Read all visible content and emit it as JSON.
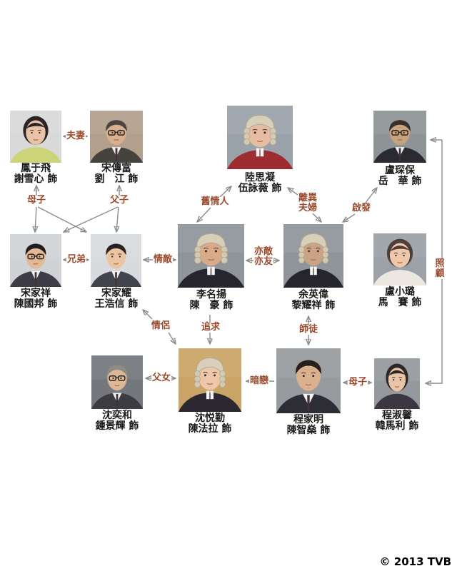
{
  "colors": {
    "label": "#9a4a2c",
    "arrow": "#8c8c8c",
    "name_text": "#1a1a1a",
    "background": "#ffffff"
  },
  "footer": {
    "copyright": "© 2013 TVB"
  },
  "persons": [
    {
      "char_name": "鳳于飛",
      "actor_name": "謝雪心 飾",
      "photo": {
        "bg": "#d9d9d9",
        "hair": "#2b2326",
        "skin": "#eac3a6",
        "outfit": "#ccd478",
        "style": "blouse",
        "female": true
      }
    },
    {
      "char_name": "宋傳富",
      "actor_name": "劉　江 飾",
      "photo": {
        "bg": "#b3a08c",
        "hair": "#4a4340",
        "skin": "#d9af8d",
        "outfit": "#46423e",
        "style": "suit",
        "glasses": true
      }
    },
    {
      "char_name": "陸思凝",
      "actor_name": "伍詠薇 飾",
      "photo": {
        "bg": "#9aa2a9",
        "skin": "#e6bda2",
        "outfit": "#9d2c31",
        "style": "robe",
        "wig": true,
        "female": true
      }
    },
    {
      "char_name": "盧琛保",
      "actor_name": "岳　華 飾",
      "photo": {
        "bg": "#8e9496",
        "hair": "#37302d",
        "skin": "#c9a27e",
        "outfit": "#2c2a31",
        "style": "suit",
        "glasses": true
      }
    },
    {
      "char_name": "宋家祥",
      "actor_name": "陳國邦 飾",
      "photo": {
        "bg": "#cfd3d6",
        "hair": "#221d1f",
        "skin": "#e3b895",
        "outfit": "#3e3c46",
        "style": "suit",
        "glasses": true
      }
    },
    {
      "char_name": "宋家耀",
      "actor_name": "王浩信 飾",
      "photo": {
        "bg": "#d8dbde",
        "hair": "#272122",
        "skin": "#eac4a3",
        "outfit": "#43434e",
        "style": "suit"
      }
    },
    {
      "char_name": "李名揚",
      "actor_name": "陳　豪 飾",
      "photo": {
        "bg": "#8f959a",
        "skin": "#d9aa88",
        "outfit": "#26242c",
        "style": "robe",
        "wig": true
      }
    },
    {
      "char_name": "余英偉",
      "actor_name": "黎耀祥 飾",
      "photo": {
        "bg": "#8f959a",
        "skin": "#cba384",
        "outfit": "#26242c",
        "style": "robe",
        "wig": true
      }
    },
    {
      "char_name": "盧小璐",
      "actor_name": "馬　賽 飾",
      "photo": {
        "bg": "#9ba1a7",
        "hair": "#4e3f36",
        "skin": "#eec8ad",
        "outfit": "#ece7e1",
        "style": "blouse",
        "female": true
      }
    },
    {
      "char_name": "沈奕和",
      "actor_name": "鍾景輝 飾",
      "photo": {
        "bg": "#74787c",
        "hair": "#8f8b85",
        "skin": "#dcb897",
        "outfit": "#3c3c42",
        "style": "suit",
        "glasses": true
      }
    },
    {
      "char_name": "沈悦勤",
      "actor_name": "陳法拉 飾",
      "photo": {
        "bg": "#c9a466",
        "skin": "#eec7aa",
        "outfit": "#2b2832",
        "style": "robe",
        "wig": true,
        "female": true
      }
    },
    {
      "char_name": "程家明",
      "actor_name": "陳智燊 飾",
      "photo": {
        "bg": "#979a9e",
        "hair": "#261f1e",
        "skin": "#dab08e",
        "outfit": "#2e2d35",
        "style": "suit"
      }
    },
    {
      "char_name": "程淑馨",
      "actor_name": "韓馬利 飾",
      "photo": {
        "bg": "#95989c",
        "hair": "#2d2627",
        "skin": "#eac4a7",
        "outfit": "#3b3642",
        "style": "blouse",
        "female": true
      }
    }
  ],
  "relationships": [
    {
      "id": "couple",
      "label": "夫妻",
      "between": [
        "鳳于飛",
        "宋傳富"
      ]
    },
    {
      "id": "mother-son-top",
      "label": "母子",
      "between": [
        "鳳于飛",
        "宋家祥",
        "宋家耀"
      ]
    },
    {
      "id": "father-son",
      "label": "父子",
      "between": [
        "宋傳富",
        "宋家祥",
        "宋家耀"
      ]
    },
    {
      "id": "old-lovers",
      "label": "舊情人",
      "between": [
        "陸思凝",
        "李名揚"
      ]
    },
    {
      "id": "divorced-couple",
      "label": "離異\n夫婦",
      "between": [
        "陸思凝",
        "余英偉"
      ]
    },
    {
      "id": "inspiration",
      "label": "啟發",
      "between": [
        "盧琛保",
        "余英偉"
      ]
    },
    {
      "id": "brothers",
      "label": "兄弟",
      "between": [
        "宋家祥",
        "宋家耀"
      ]
    },
    {
      "id": "love-rivals",
      "label": "情敵",
      "between": [
        "宋家耀",
        "李名揚"
      ]
    },
    {
      "id": "friend-and-foe",
      "label": "亦敵\n亦友",
      "between": [
        "李名揚",
        "余英偉"
      ]
    },
    {
      "id": "cares-for",
      "label": "照顧",
      "between": [
        "盧琛保",
        "程淑馨"
      ]
    },
    {
      "id": "lovers",
      "label": "情侶",
      "between": [
        "宋家耀",
        "沈悦勤"
      ]
    },
    {
      "id": "pursues",
      "label": "追求",
      "between": [
        "李名揚",
        "沈悦勤"
      ]
    },
    {
      "id": "mentor-apprentice",
      "label": "師徒",
      "between": [
        "余英偉",
        "程家明"
      ]
    },
    {
      "id": "father-daughter",
      "label": "父女",
      "between": [
        "沈奕和",
        "沈悦勤"
      ]
    },
    {
      "id": "secret-crush",
      "label": "暗戀",
      "between": [
        "程家明",
        "沈悦勤"
      ]
    },
    {
      "id": "mother-son-bottom",
      "label": "母子",
      "between": [
        "程淑馨",
        "程家明"
      ]
    }
  ]
}
